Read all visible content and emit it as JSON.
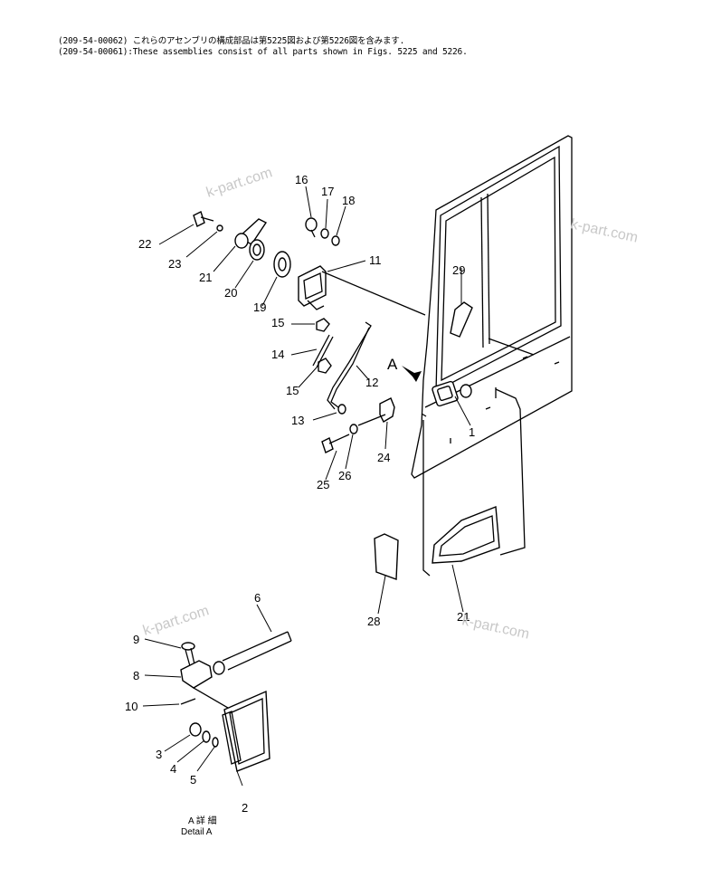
{
  "header": {
    "line1": "(209-54-00062) これらのアセンブリの構成部品は第5225図および第5226図を含みます.",
    "line2": "(209-54-00061):These assemblies consist of all parts shown in Figs. 5225 and 5226."
  },
  "watermarks": [
    "k-part.com",
    "k-part.com",
    "k-part.com",
    "k-part.com"
  ],
  "callouts": [
    "1",
    "2",
    "3",
    "4",
    "5",
    "6",
    "8",
    "9",
    "10",
    "11",
    "12",
    "13",
    "14",
    "15",
    "15",
    "16",
    "17",
    "18",
    "19",
    "20",
    "21",
    "22",
    "23",
    "24",
    "25",
    "26",
    "28",
    "29",
    "21"
  ],
  "view_marker": "A",
  "detail_caption_ja": "A 詳 細",
  "detail_caption_en": "Detail A"
}
